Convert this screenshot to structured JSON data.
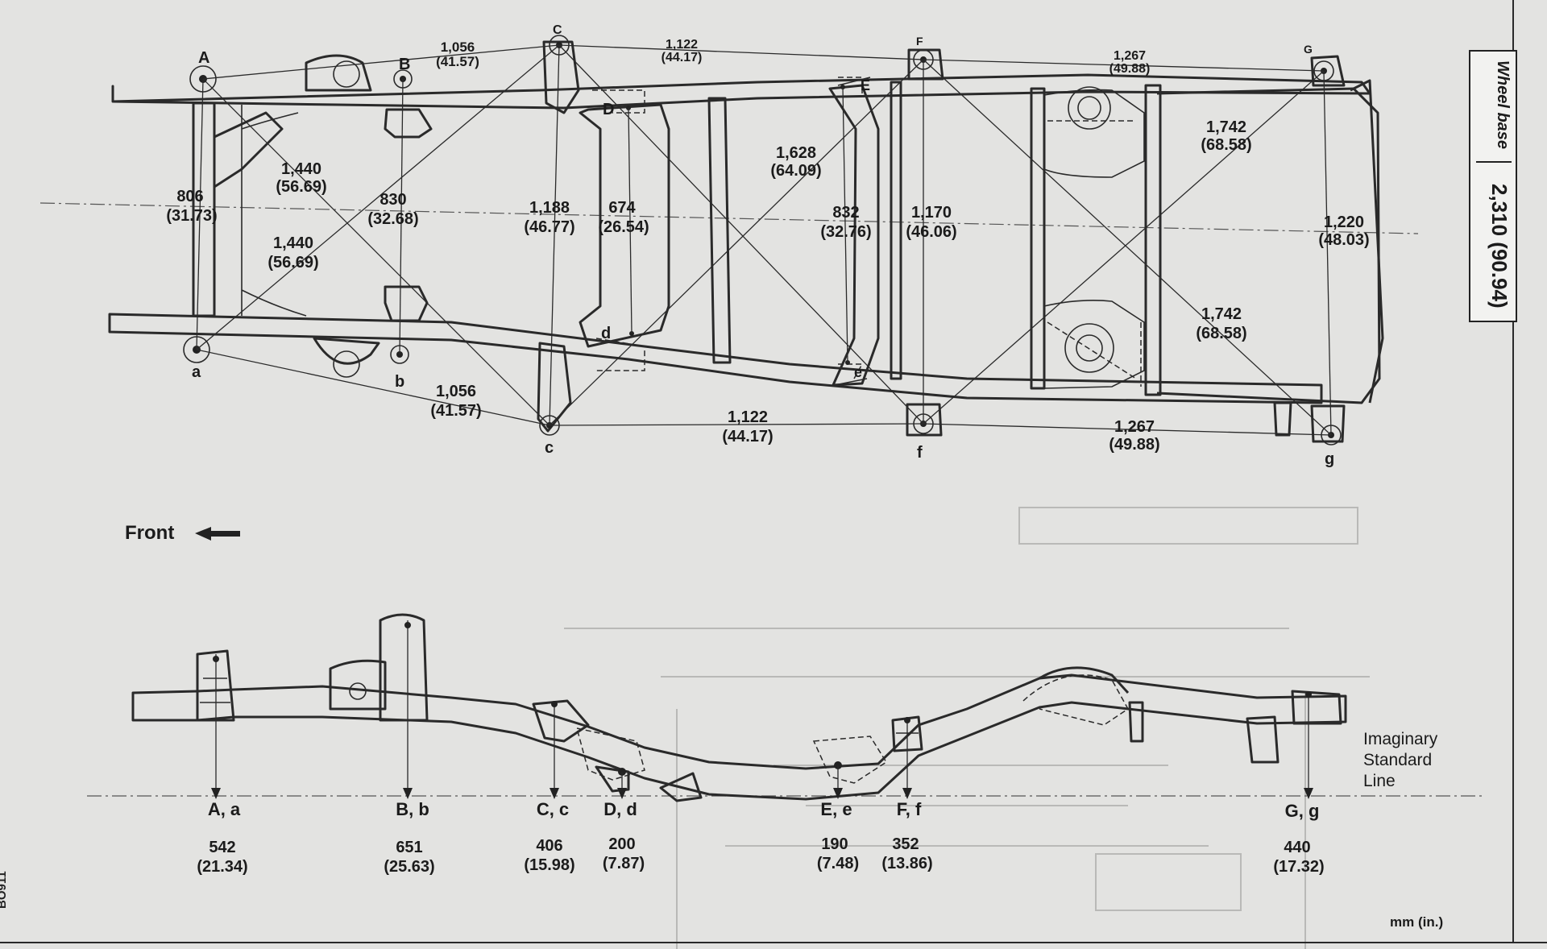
{
  "page_code": "BO911",
  "unit_note": "mm (in.)",
  "front_label": "Front",
  "wheel_base": {
    "title": "Wheel base",
    "value": "2,310 (90.94)"
  },
  "standard_line_label": [
    "Imaginary",
    "Standard",
    "Line"
  ],
  "top_view": {
    "points_upper": [
      "A",
      "B",
      "C",
      "D",
      "E",
      "F",
      "G"
    ],
    "points_lower": [
      "a",
      "b",
      "c",
      "d",
      "e",
      "f",
      "g"
    ],
    "dimensions": [
      {
        "id": "Aa",
        "mm": "806",
        "in": "(31.73)"
      },
      {
        "id": "Bb",
        "mm": "830",
        "in": "(32.68)"
      },
      {
        "id": "Cc",
        "mm": "1,188",
        "in": "(46.77)"
      },
      {
        "id": "Dd",
        "mm": "674",
        "in": "(26.54)"
      },
      {
        "id": "Ee",
        "mm": "832",
        "in": "(32.76)"
      },
      {
        "id": "Ff",
        "mm": "1,170",
        "in": "(46.06)"
      },
      {
        "id": "Gg",
        "mm": "1,220",
        "in": "(48.03)"
      },
      {
        "id": "AC",
        "mm": "1,056",
        "in": "(41.57)"
      },
      {
        "id": "CF",
        "mm": "1,122",
        "in": "(44.17)"
      },
      {
        "id": "FG",
        "mm": "1,267",
        "in": "(49.88)"
      },
      {
        "id": "ac",
        "mm": "1,056",
        "in": "(41.57)"
      },
      {
        "id": "cf",
        "mm": "1,122",
        "in": "(44.17)"
      },
      {
        "id": "fg",
        "mm": "1,267",
        "in": "(49.88)"
      },
      {
        "id": "Ac",
        "mm": "1,440",
        "in": "(56.69)"
      },
      {
        "id": "aC",
        "mm": "1,440",
        "in": "(56.69)"
      },
      {
        "id": "Cf",
        "mm": "1,628",
        "in": "(64.09)"
      },
      {
        "id": "Fg",
        "mm": "1,742",
        "in": "(68.58)"
      },
      {
        "id": "fG",
        "mm": "1,742",
        "in": "(68.58)"
      }
    ]
  },
  "side_view": {
    "points": [
      {
        "label": "A, a",
        "mm": "542",
        "in": "(21.34)"
      },
      {
        "label": "B, b",
        "mm": "651",
        "in": "(25.63)"
      },
      {
        "label": "C, c",
        "mm": "406",
        "in": "(15.98)"
      },
      {
        "label": "D, d",
        "mm": "200",
        "in": "(7.87)"
      },
      {
        "label": "E, e",
        "mm": "190",
        "in": "(7.48)"
      },
      {
        "label": "F, f",
        "mm": "352",
        "in": "(13.86)"
      },
      {
        "label": "G, g",
        "mm": "440",
        "in": "(17.32)"
      }
    ]
  }
}
